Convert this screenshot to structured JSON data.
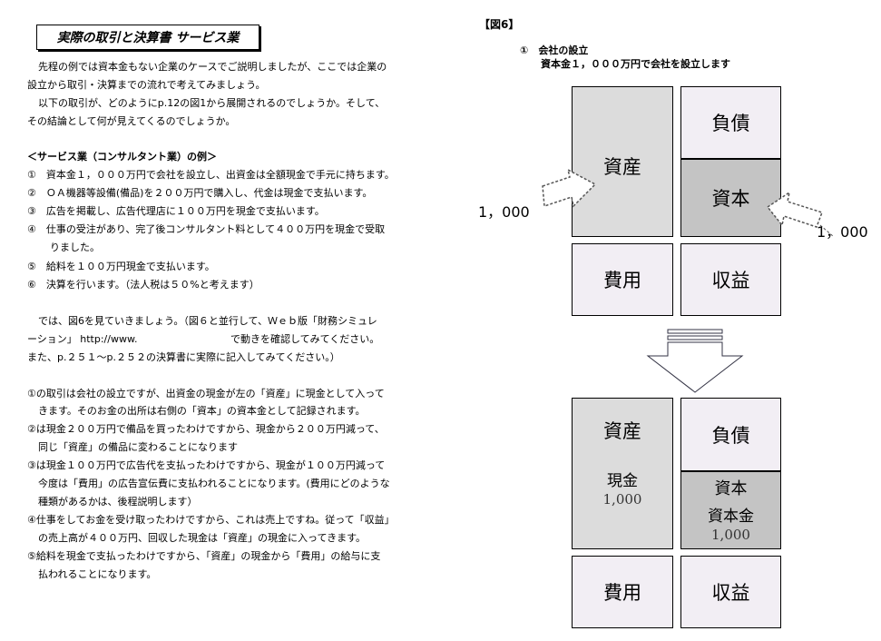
{
  "doc": {
    "title": "実際の取引と決算書 サービス業",
    "lines": [
      "先程の例では資本金もない企業のケースでご説明しましたが、ここでは企業の",
      "設立から取引・決算までの流れで考えてみましょう。",
      "以下の取引が、どのようにp.12の図1から展開されるのでしょうか。そして、",
      "その結論として何が見えてくるのでしょうか。"
    ],
    "example_heading": "＜サービス業（コンサルタント業）の例＞",
    "examples": [
      "①　資本金１，０００万円で会社を設立し、出資金は全額現金で手元に持ちます。",
      "②　ＯＡ機器等設備(備品)を２００万円で購入し、代金は現金で支払います。",
      "③　広告を掲載し、広告代理店に１００万円を現金で支払います。",
      "④　仕事の受注があり、完了後コンサルタント料として４００万円を現金で受取",
      "りました。",
      "⑤　給料を１００万円現金で支払います。",
      "⑥　決算を行います。（法人税は５０%と考えます）"
    ],
    "para2": [
      "では、図6を見ていきましょう。（図６と並行して、Ｗｅｂ版「財務シミュレ",
      "ーション」 http://www.　　　　　　　　　 で動きを確認してみてください。",
      "また、p.２５１～p.２５２の決算書に実際に記入してみてください。）"
    ],
    "explanations": [
      "①の取引は会社の設立ですが、出資金の現金が左の「資産」に現金として入って",
      "きます。そのお金の出所は右側の「資本」の資本金として記録されます。",
      "②は現金２００万円で備品を買ったわけですから、現金から２００万円減って、",
      "同じ「資産」の備品に変わることになります",
      "③は現金１００万円で広告代を支払ったわけですから、現金が１００万円減って",
      "今度は「費用」の広告宣伝費に支払われることになります。(費用にどのような",
      "種類があるかは、後程説明します）",
      "④仕事をしてお金を受け取ったわけですから、これは売上ですね。従って「収益」",
      "の売上高が４００万円、回収した現金は「資産」の現金に入ってきます。",
      "⑤給料を現金で支払ったわけですから、「資産」の現金から「費用」の給与に支",
      "払われることになります。"
    ]
  },
  "figure": {
    "label": "【図6】",
    "step_title": "①　会社の設立",
    "step_desc": "資本金１，０００万円で会社を設立します",
    "top": {
      "asset": "資産",
      "liability": "負債",
      "capital": "資本",
      "expense": "費用",
      "revenue": "収益",
      "left_amount": "1，000",
      "right_amount": "1，000"
    },
    "bottom": {
      "asset": "資産",
      "asset_item": "現金",
      "asset_value": "1,000",
      "liability": "負債",
      "capital": "資本",
      "capital_item": "資本金",
      "capital_value": "1,000",
      "expense": "費用",
      "revenue": "収益"
    }
  }
}
